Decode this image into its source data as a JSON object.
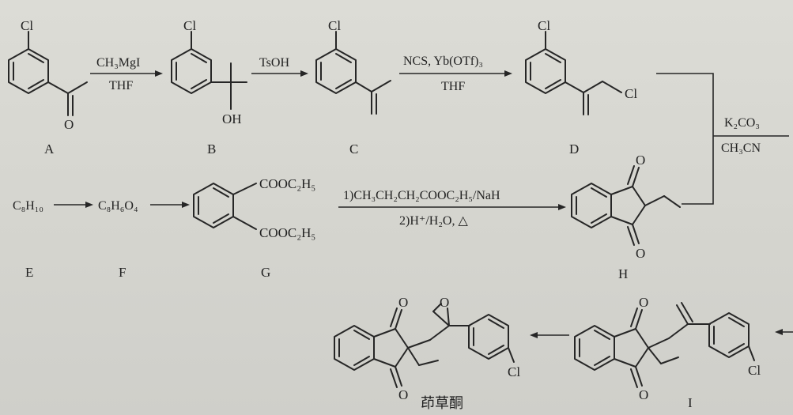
{
  "labels": {
    "A": "A",
    "B": "B",
    "C": "C",
    "D": "D",
    "E": "E",
    "F": "F",
    "G": "G",
    "H": "H",
    "I": "I",
    "product": "茚草酮"
  },
  "atoms": {
    "cl": "Cl",
    "o": "O",
    "oh": "OH"
  },
  "substituents": {
    "ester": "COOC₂H₅"
  },
  "formulas": {
    "E": "C₈H₁₀",
    "F": "C₈H₆O₄"
  },
  "conditions": {
    "a_b_reagent": "CH₃MgI",
    "a_b_solvent": "THF",
    "b_c_reagent": "TsOH",
    "c_d_reagent": "NCS, Yb(OTf)₃",
    "c_d_solvent": "THF",
    "g_h_step1": "1)CH₃CH₂CH₂COOC₂H₅/NaH",
    "g_h_step2": "2)H⁺/H₂O, △",
    "dh_i_reagent": "K₂CO₃",
    "dh_i_solvent": "CH₃CN"
  }
}
